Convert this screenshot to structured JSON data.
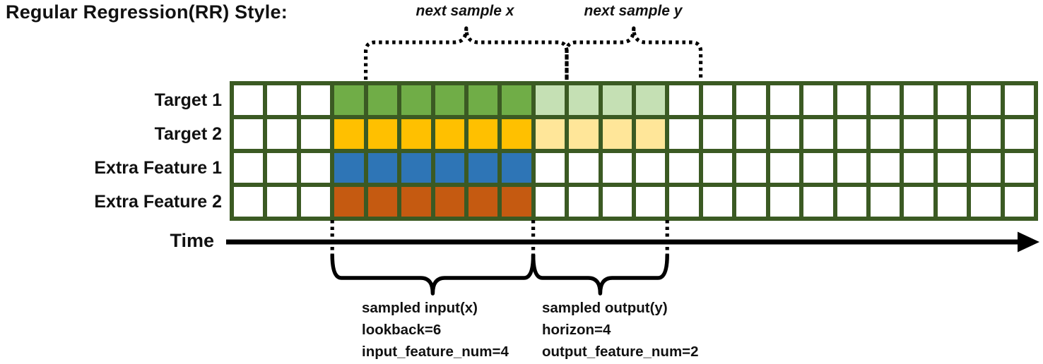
{
  "title": "Regular Regression(RR) Style:",
  "top_annotations": {
    "next_sample_x": "next sample x",
    "next_sample_y": "next sample y"
  },
  "grid": {
    "columns": 24,
    "lead_empty_cells": 3,
    "border_color": "#3B5A23",
    "empty_cell_color": "#FFFFFF",
    "rows": [
      {
        "label": "Target 1",
        "input_color": "#70AD47",
        "output_color": "#C5E0B4"
      },
      {
        "label": "Target 2",
        "input_color": "#FFC000",
        "output_color": "#FFE699"
      },
      {
        "label": "Extra Feature 1",
        "input_color": "#2E75B6",
        "output_color": null
      },
      {
        "label": "Extra Feature 2",
        "input_color": "#C55A11",
        "output_color": null
      }
    ]
  },
  "time_axis": {
    "label": "Time"
  },
  "bottom_annotations": {
    "input": {
      "title": "sampled input(x)",
      "param1": "lookback=6",
      "param2": "input_feature_num=4"
    },
    "output": {
      "title": "sampled output(y)",
      "param1": "horizon=4",
      "param2": "output_feature_num=2"
    }
  },
  "params": {
    "lookback": 6,
    "horizon": 4
  },
  "line_color": "#000000"
}
